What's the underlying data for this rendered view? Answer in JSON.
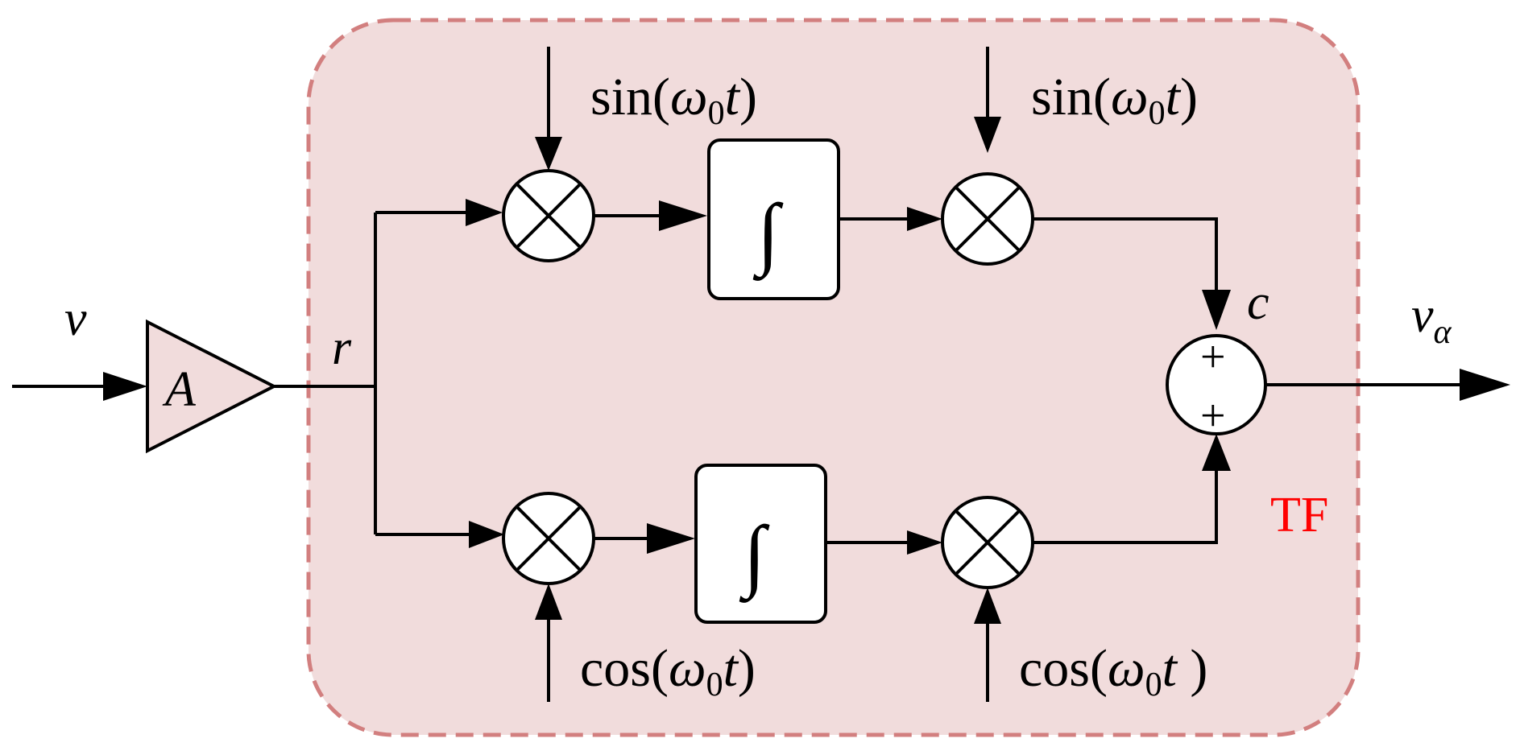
{
  "input_label": "v",
  "gain_label": "A",
  "branch_label": "r",
  "integrator_symbol": "∫",
  "output_label": {
    "base": "v",
    "sub": "α"
  },
  "sum_label": "c",
  "sum_signs": [
    "+",
    "+"
  ],
  "region_label": "TF",
  "colors": {
    "region_fill": "#f1dcdc",
    "region_border": "#d27f7f",
    "region_label": "#ff0000",
    "line": "#000000"
  },
  "top": {
    "ref1": {
      "fn": "sin(",
      "var": "ω",
      "sub": "0",
      "t": "t",
      "close": ")"
    },
    "ref2": {
      "fn": "sin(",
      "var": "ω",
      "sub": "0",
      "t": "t",
      "close": ")"
    }
  },
  "bottom": {
    "ref1": {
      "fn": "cos(",
      "var": "ω",
      "sub": "0",
      "t": "t",
      "close": ")"
    },
    "ref2": {
      "fn": "cos(",
      "var": "ω",
      "sub": "0",
      "t": "t ",
      "close": ")"
    }
  }
}
